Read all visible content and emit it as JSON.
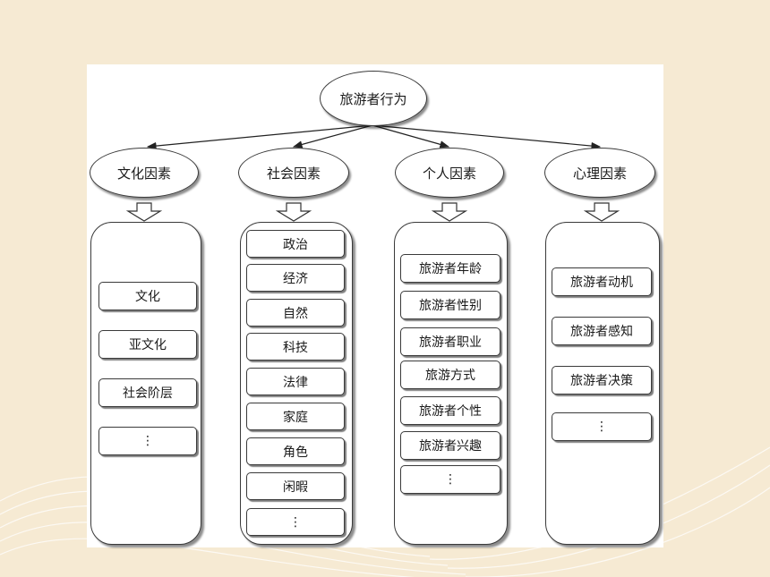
{
  "root": {
    "label": "旅游者行为"
  },
  "categories": [
    {
      "label": "文化因素",
      "items": [
        "文化",
        "亚文化",
        "社会阶层",
        "⋮"
      ]
    },
    {
      "label": "社会因素",
      "items": [
        "政治",
        "经济",
        "自然",
        "科技",
        "法律",
        "家庭",
        "角色",
        "闲暇",
        "⋮"
      ]
    },
    {
      "label": "个人因素",
      "items": [
        "旅游者年龄",
        "旅游者性别",
        "旅游者职业",
        "旅游方式",
        "旅游者个性",
        "旅游者兴趣",
        "⋮"
      ]
    },
    {
      "label": "心理因素",
      "items": [
        "旅游者动机",
        "旅游者感知",
        "旅游者决策",
        "⋮"
      ]
    }
  ],
  "colors": {
    "background": "#f6ead3",
    "panel": "#ffffff",
    "stroke": "#3a3a3a"
  }
}
